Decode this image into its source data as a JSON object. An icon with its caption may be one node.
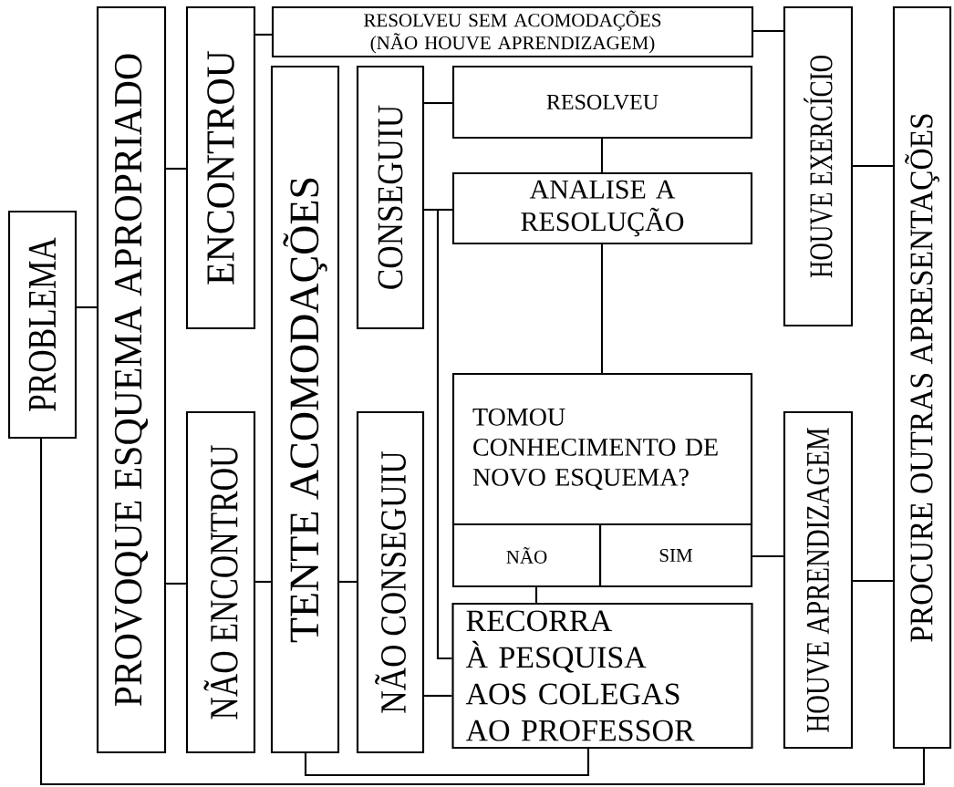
{
  "diagram": {
    "nodes": [
      {
        "text": [
          "PROBLEMA"
        ]
      },
      {
        "text": [
          "PROVOQUE ESQUEMA APROPRIADO"
        ]
      },
      {
        "text": [
          "ENCONTROU"
        ]
      },
      {
        "text": [
          "NÃO ENCONTROU"
        ]
      },
      {
        "text": [
          "RESOLVEU SEM ACOMODAÇÕES (NÃO HOUVE APRENDIZAGEM)"
        ]
      },
      {
        "text": [
          "TENTE ACOMODAÇÕES"
        ]
      },
      {
        "text": [
          "CONSEGUIU"
        ]
      },
      {
        "text": [
          "NÃO CONSEGUIU"
        ]
      },
      {
        "text": [
          "RESOLVEU"
        ]
      },
      {
        "text": [
          "ANALISE A RESOLUÇÃO"
        ]
      },
      {
        "text": [
          "TOMOU CONHECIMENTO DE NOVO ESQUEMA?"
        ]
      },
      {
        "text": [
          "NÃO"
        ]
      },
      {
        "text": [
          "SIM"
        ]
      },
      {
        "text": [
          "RECORRA",
          "À PESQUISA",
          "AOS COLEGAS",
          "AO PROFESSOR"
        ]
      },
      {
        "text": [
          "HOUVE EXERCÍCIO"
        ]
      },
      {
        "text": [
          "HOUVE APRENDIZAGEM"
        ]
      },
      {
        "text": [
          "PROCURE OUTRAS APRESENTAÇÕES"
        ]
      }
    ],
    "edges": [
      {
        "from": 0,
        "to": 1,
        "arrow": "none"
      },
      {
        "from": 1,
        "to": 2,
        "arrow": "none"
      },
      {
        "from": 1,
        "to": 3,
        "arrow": "none"
      },
      {
        "from": 2,
        "to": 4,
        "arrow": "none"
      },
      {
        "from": 4,
        "to": 14,
        "arrow": "none"
      },
      {
        "from": 14,
        "to": 16,
        "arrow": "none"
      },
      {
        "from": 3,
        "to": 5,
        "arrow": "none"
      },
      {
        "from": 5,
        "to": 7,
        "arrow": "none"
      },
      {
        "from": 6,
        "to": 8,
        "arrow": "none"
      },
      {
        "from": 6,
        "to": 9,
        "arrow": "none"
      },
      {
        "from": 6,
        "to": 13,
        "arrow": "none"
      },
      {
        "from": 8,
        "to": 9,
        "arrow": "none"
      },
      {
        "from": 9,
        "to": 10,
        "arrow": "none"
      },
      {
        "from": 11,
        "to": 13,
        "arrow": "none"
      },
      {
        "from": 12,
        "to": 15,
        "arrow": "none"
      },
      {
        "from": 15,
        "to": 16,
        "arrow": "none"
      },
      {
        "from": 7,
        "to": 13,
        "arrow": "none"
      },
      {
        "from": 13,
        "to": 5,
        "arrow": "none"
      },
      {
        "from": 16,
        "to": 0,
        "arrow": "none"
      }
    ]
  }
}
